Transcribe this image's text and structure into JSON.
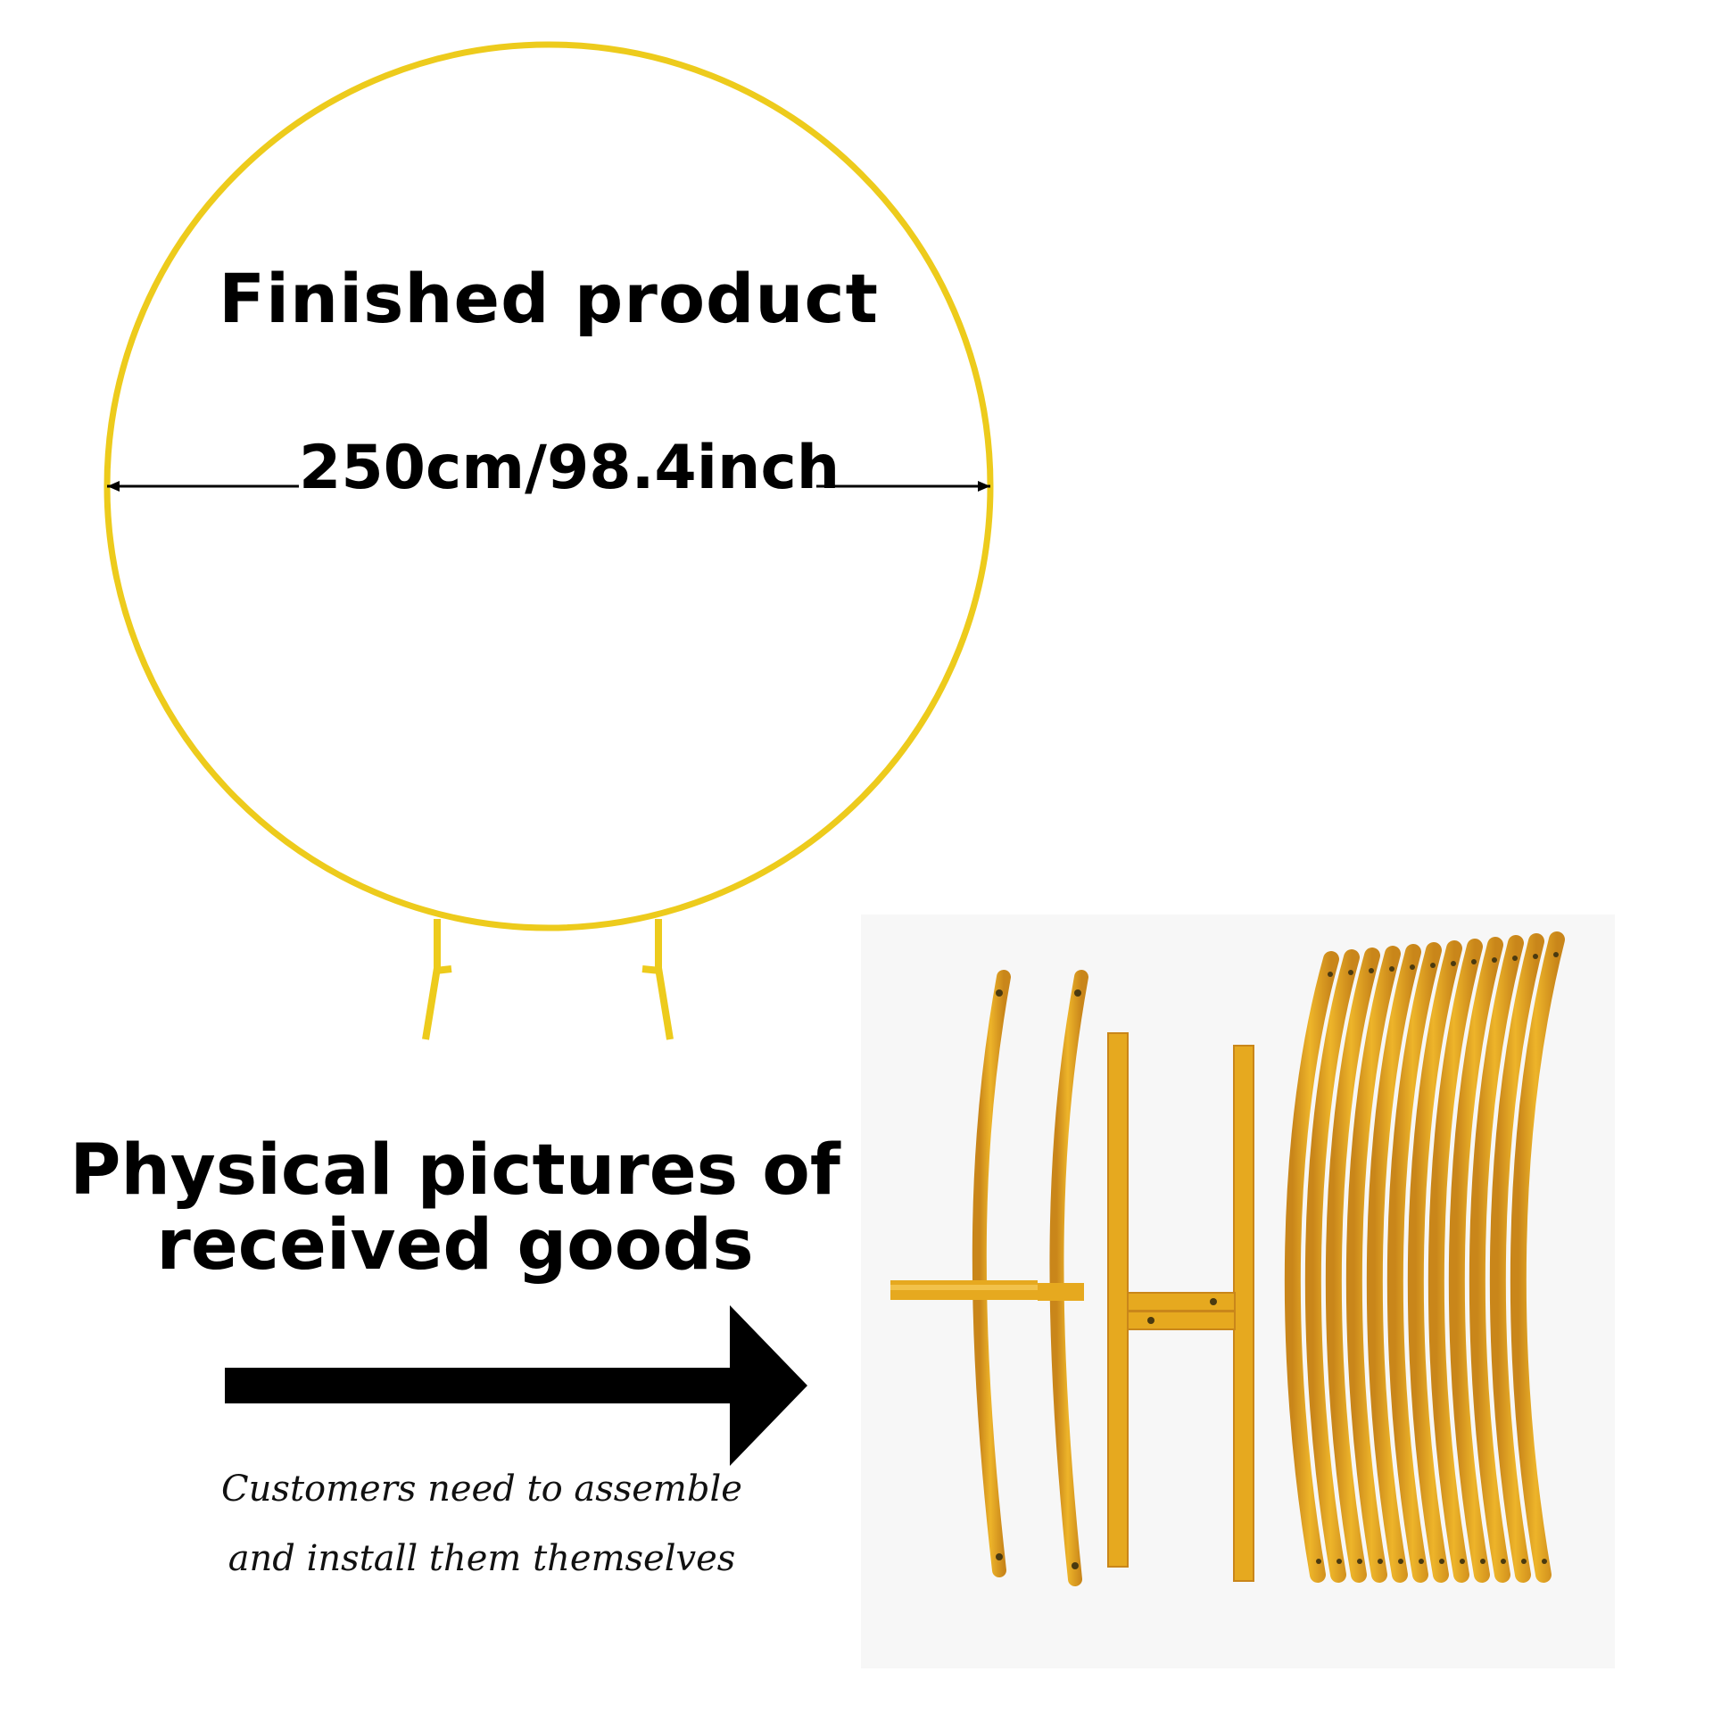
{
  "finished": {
    "title": "Finished product",
    "dimension": "250cm/98.4inch"
  },
  "received": {
    "line1": "Physical pictures of",
    "line2": "received goods"
  },
  "note": {
    "line1": "Customers need to assemble",
    "line2": "and install them themselves"
  },
  "colors": {
    "frame": "#EDCB1C",
    "pipe": "#E6A91F",
    "pipe_shade": "#C9861A",
    "arrow": "#000000"
  },
  "icons": {
    "arrow": "right-arrow-icon"
  }
}
